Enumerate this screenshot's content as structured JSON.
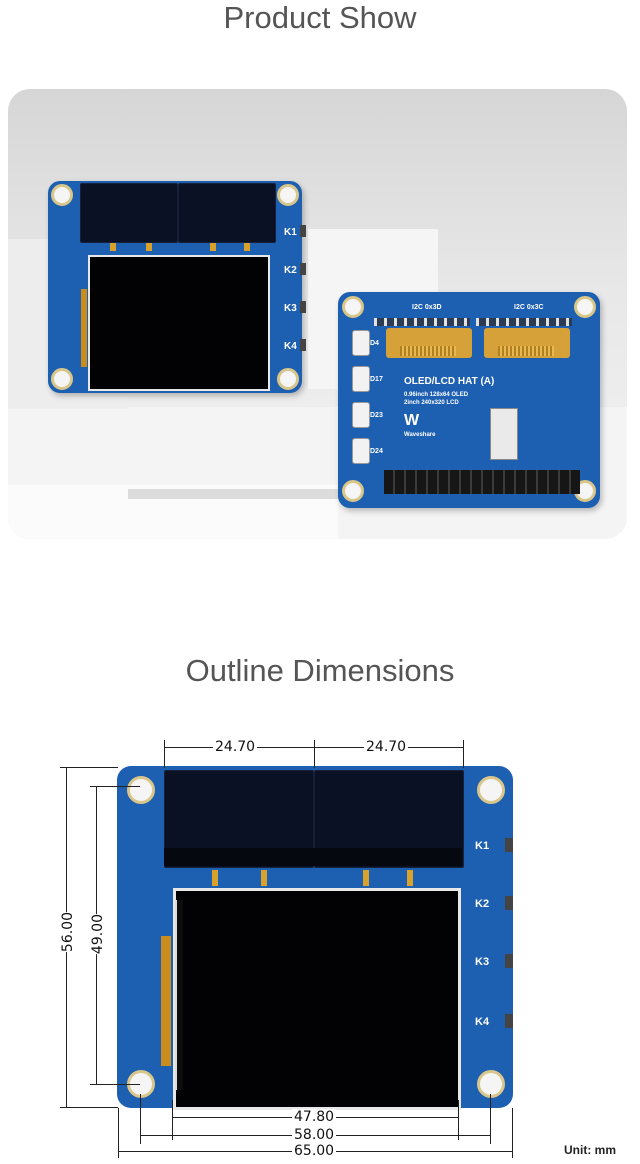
{
  "sections": {
    "product_title": "Product Show",
    "outline_title": "Outline Dimensions"
  },
  "front_board": {
    "keys": [
      "K1",
      "K2",
      "K3",
      "K4"
    ]
  },
  "back_board": {
    "addr_left": "I2C 0x3D",
    "addr_right": "I2C 0x3C",
    "product_name": "OLED/LCD HAT (A)",
    "spec_line1": "0.96inch 128x64 OLED",
    "spec_line2": "2inch 240x320 LCD",
    "brand": "Waveshare",
    "leds": [
      "D4",
      "D17",
      "D23",
      "D24"
    ]
  },
  "drawing": {
    "keys": [
      "K1",
      "K2",
      "K3",
      "K4"
    ],
    "dims": {
      "oled_left_width": "24.70",
      "oled_right_width": "24.70",
      "height_total": "56.00",
      "height_holes": "49.00",
      "lcd_width": "47.80",
      "holes_width": "58.00",
      "total_width": "65.00"
    },
    "unit": "Unit: mm"
  },
  "colors": {
    "pcb": "#1d5fb0",
    "oled": "#0a1124",
    "gold": "#d9a22a"
  }
}
